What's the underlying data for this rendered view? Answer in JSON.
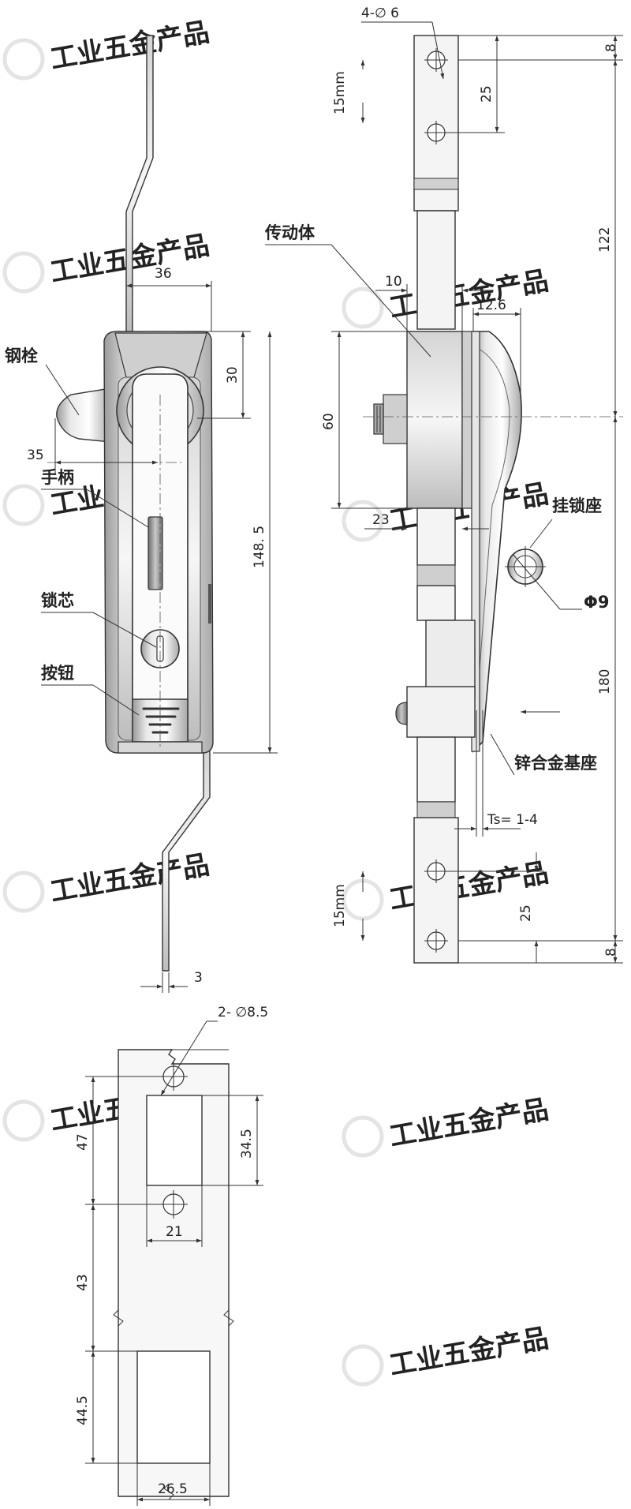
{
  "watermark": {
    "text": "工业五金产品"
  },
  "callouts": {
    "bolt": "钢栓",
    "handle": "手柄",
    "lock_core": "锁芯",
    "button": "按钮",
    "transmission": "传动体",
    "hook_seat": "挂锁座",
    "hook_diameter": "Φ9",
    "zinc_base": "锌合金基座"
  },
  "dimensions": {
    "front_width": "36",
    "bolt_offset": "35",
    "handle_top": "30",
    "body_height": "148. 5",
    "rod_thickness": "3",
    "holes_top": "4-∅ 6",
    "top_edge": "8",
    "hole_pitch_top": "25",
    "slot_top": "15mm",
    "rod_upper": "122",
    "body_depth": "10",
    "flange": "12.6",
    "side_height": "60",
    "side_base": "23",
    "rod_lower": "180",
    "panel_thickness": "Ts= 1-4",
    "hole_pitch_bottom": "25",
    "slot_bottom": "15mm",
    "bottom_edge": "8",
    "cutout_holes": "2- ∅8.5",
    "cutout_47": "47",
    "cutout_345": "34.5",
    "cutout_21": "21",
    "cutout_43": "43",
    "cutout_445": "44.5",
    "cutout_width": "26.5"
  }
}
